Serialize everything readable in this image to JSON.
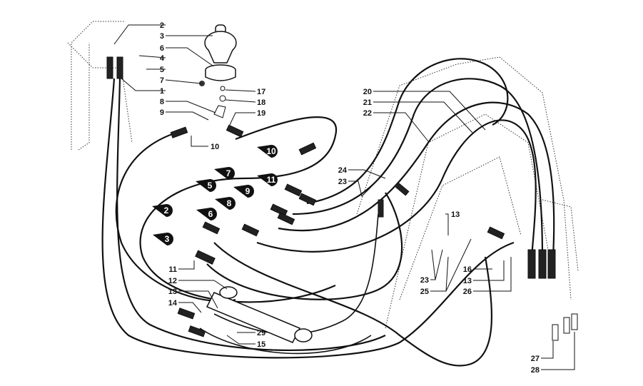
{
  "diagram": {
    "title": "Hydraulic hose assembly exploded view",
    "callouts": [
      {
        "id": "c2",
        "text": "2"
      },
      {
        "id": "c3",
        "text": "3"
      },
      {
        "id": "c6",
        "text": "6"
      },
      {
        "id": "c4",
        "text": "4"
      },
      {
        "id": "c5",
        "text": "5"
      },
      {
        "id": "c7",
        "text": "7"
      },
      {
        "id": "c1",
        "text": "1"
      },
      {
        "id": "c17",
        "text": "17"
      },
      {
        "id": "c18",
        "text": "18"
      },
      {
        "id": "c8",
        "text": "8"
      },
      {
        "id": "c9",
        "text": "9"
      },
      {
        "id": "c19",
        "text": "19"
      },
      {
        "id": "c10",
        "text": "10"
      },
      {
        "id": "c11",
        "text": "11"
      },
      {
        "id": "c12",
        "text": "12"
      },
      {
        "id": "c13a",
        "text": "13"
      },
      {
        "id": "c14",
        "text": "14"
      },
      {
        "id": "c29",
        "text": "29"
      },
      {
        "id": "c15",
        "text": "15"
      },
      {
        "id": "c20",
        "text": "20"
      },
      {
        "id": "c21",
        "text": "21"
      },
      {
        "id": "c22",
        "text": "22"
      },
      {
        "id": "c24",
        "text": "24"
      },
      {
        "id": "c23a",
        "text": "23"
      },
      {
        "id": "c13b",
        "text": "13"
      },
      {
        "id": "c23b",
        "text": "23"
      },
      {
        "id": "c25",
        "text": "25"
      },
      {
        "id": "c16",
        "text": "16"
      },
      {
        "id": "c13c",
        "text": "13"
      },
      {
        "id": "c26",
        "text": "26"
      },
      {
        "id": "c27",
        "text": "27"
      },
      {
        "id": "c28",
        "text": "28"
      }
    ],
    "hose_markers": [
      {
        "id": "m10",
        "text": "10"
      },
      {
        "id": "m7",
        "text": "7"
      },
      {
        "id": "m11",
        "text": "11"
      },
      {
        "id": "m5",
        "text": "5"
      },
      {
        "id": "m9",
        "text": "9"
      },
      {
        "id": "m8",
        "text": "8"
      },
      {
        "id": "m2",
        "text": "2"
      },
      {
        "id": "m6",
        "text": "6"
      },
      {
        "id": "m3",
        "text": "3"
      }
    ]
  }
}
